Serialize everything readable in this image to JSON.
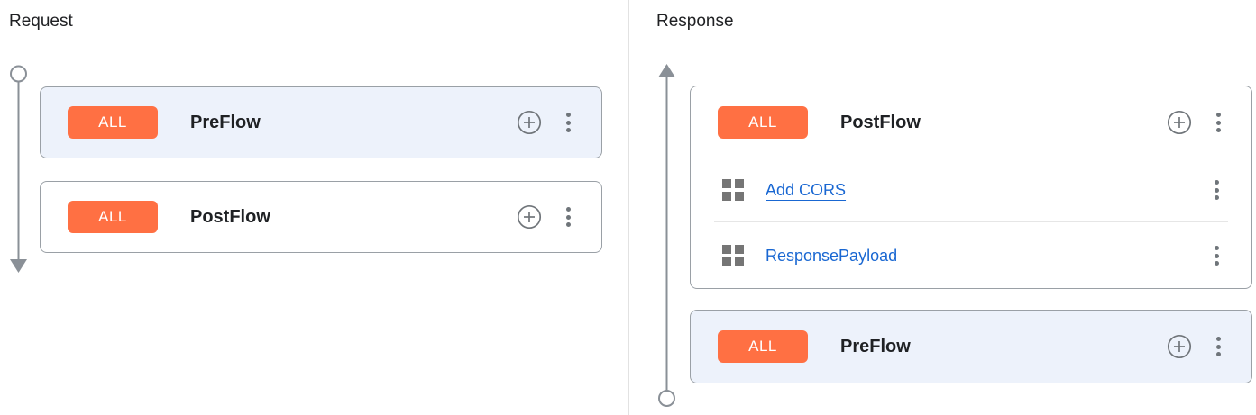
{
  "panels": {
    "request": {
      "title": "Request",
      "cards": [
        {
          "badge": "ALL",
          "title": "PreFlow",
          "selected": true
        },
        {
          "badge": "ALL",
          "title": "PostFlow",
          "selected": false
        }
      ]
    },
    "response": {
      "title": "Response",
      "cards": [
        {
          "badge": "ALL",
          "title": "PostFlow",
          "selected": false,
          "policies": [
            {
              "label": "Add CORS"
            },
            {
              "label": "ResponsePayload"
            }
          ]
        },
        {
          "badge": "ALL",
          "title": "PreFlow",
          "selected": true
        }
      ]
    }
  },
  "colors": {
    "badge_orange": "#FF7043",
    "selected_card_bg": "#EDF2FB",
    "card_border": "#9AA0A6",
    "link_blue": "#1967D2",
    "flow_line_gray": "#8A9097",
    "icon_gray": "#70757A",
    "heading_text": "#202124"
  },
  "icons": {
    "add": "plus-circle-icon",
    "menu": "kebab-menu-icon",
    "policy_handle": "drag-squares-icon",
    "flow_start": "circle-marker-icon",
    "flow_end": "arrow-marker-icon"
  }
}
